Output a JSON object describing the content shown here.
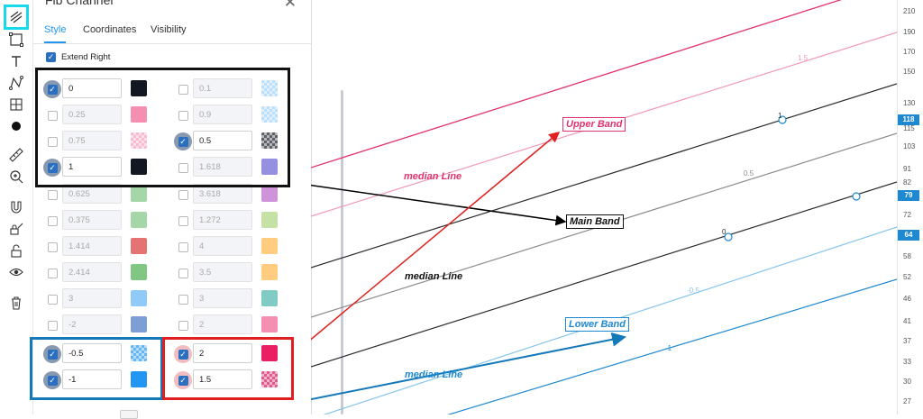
{
  "toolbar": {
    "icons": [
      "trend-line-icon",
      "rectangle-icon",
      "text-icon",
      "path-icon",
      "fib-grid-icon",
      "dot-icon",
      "ruler-icon",
      "zoom-in-icon",
      "magnet-icon",
      "lock-pencil-icon",
      "unlock-icon",
      "eye-icon",
      "trash-icon"
    ]
  },
  "panel": {
    "title": "Fib Channel",
    "tabs": [
      "Style",
      "Coordinates",
      "Visibility"
    ],
    "extend_right_label": "Extend Right",
    "extend_right_checked": true,
    "left_levels": [
      {
        "value": "0",
        "checked": true,
        "color": "#131722",
        "pattern": false
      },
      {
        "value": "0.25",
        "checked": false,
        "color": "#f48fb1",
        "pattern": false
      },
      {
        "value": "0.75",
        "checked": false,
        "color": "#f8bbd0",
        "pattern": true
      },
      {
        "value": "1",
        "checked": true,
        "color": "#131722",
        "pattern": false
      },
      {
        "value": "0.625",
        "checked": false,
        "color": "#a5d6a7",
        "pattern": false
      },
      {
        "value": "0.375",
        "checked": false,
        "color": "#a5d6a7",
        "pattern": false
      },
      {
        "value": "1.414",
        "checked": false,
        "color": "#e57373",
        "pattern": false
      },
      {
        "value": "2.414",
        "checked": false,
        "color": "#81c784",
        "pattern": false
      },
      {
        "value": "3",
        "checked": false,
        "color": "#90caf9",
        "pattern": false
      },
      {
        "value": "-2",
        "checked": false,
        "color": "#7e9fd6",
        "pattern": false
      },
      {
        "value": "-0.5",
        "checked": true,
        "color": "#64b5f6",
        "pattern": true
      },
      {
        "value": "-1",
        "checked": true,
        "color": "#2196f3",
        "pattern": false
      }
    ],
    "right_levels": [
      {
        "value": "0.1",
        "checked": false,
        "color": "#bbdefb",
        "pattern": true
      },
      {
        "value": "0.9",
        "checked": false,
        "color": "#bbdefb",
        "pattern": true
      },
      {
        "value": "0.5",
        "checked": true,
        "color": "#5d6068",
        "pattern": true
      },
      {
        "value": "1.618",
        "checked": false,
        "color": "#9591e0",
        "pattern": false
      },
      {
        "value": "3.618",
        "checked": false,
        "color": "#ce93d8",
        "pattern": false
      },
      {
        "value": "1.272",
        "checked": false,
        "color": "#c5e1a5",
        "pattern": false
      },
      {
        "value": "4",
        "checked": false,
        "color": "#ffcc80",
        "pattern": false
      },
      {
        "value": "3.5",
        "checked": false,
        "color": "#ffcc80",
        "pattern": false
      },
      {
        "value": "3",
        "checked": false,
        "color": "#80cbc4",
        "pattern": false
      },
      {
        "value": "2",
        "checked": false,
        "color": "#f48fb1",
        "pattern": false
      },
      {
        "value": "2",
        "checked": true,
        "color": "#e91e63",
        "pattern": false
      },
      {
        "value": "1.5",
        "checked": true,
        "color": "#e05a8c",
        "pattern": true
      }
    ]
  },
  "annotations": {
    "upper_band": "Upper Band",
    "main_band": "Main Band",
    "lower_band": "Lower Band",
    "median_pink": "median Line",
    "median_black": "median Line",
    "median_blue": "median Line"
  },
  "chart": {
    "level_labels": {
      "l15": "1.5",
      "l1": "1",
      "l05": "0.5",
      "l0": "0",
      "lm05": "-0.5",
      "lm1": "-1"
    },
    "colors": {
      "pink": "#e0336e",
      "pink_light": "#f19ab8",
      "black": "#2b2b2b",
      "gray": "#8c8c8c",
      "blue": "#1e88d0",
      "blue_light": "#86c5ea",
      "callout_black": "#000000",
      "callout_red": "#e02020",
      "callout_blue": "#1479b8",
      "highlight_cyan": "#19d8e8"
    }
  },
  "price_axis": {
    "ticks": [
      "210",
      "190",
      "170",
      "150",
      "130",
      "115",
      "103",
      "91",
      "82",
      "72",
      "64",
      "58",
      "52",
      "46",
      "41",
      "37",
      "33",
      "30",
      "27"
    ],
    "badges": [
      "118",
      "79",
      "64"
    ]
  }
}
